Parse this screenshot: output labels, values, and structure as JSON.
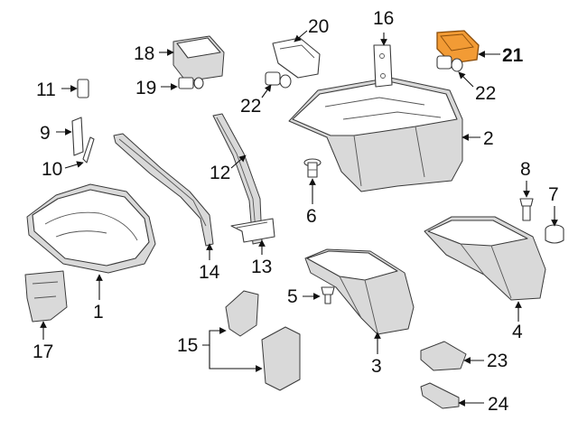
{
  "colors": {
    "highlight": "#f29b35",
    "highlight_stroke": "#8a4d0b",
    "line": "#3a3a3a",
    "shade": "#d9d9d9"
  },
  "callouts": {
    "c1": "1",
    "c2": "2",
    "c3": "3",
    "c4": "4",
    "c5": "5",
    "c6": "6",
    "c7": "7",
    "c8": "8",
    "c9": "9",
    "c10": "10",
    "c11": "11",
    "c12": "12",
    "c13": "13",
    "c14": "14",
    "c15": "15",
    "c16": "16",
    "c17": "17",
    "c18": "18",
    "c19": "19",
    "c20": "20",
    "c21": "21",
    "c22a": "22",
    "c22b": "22",
    "c23": "23",
    "c24": "24"
  }
}
